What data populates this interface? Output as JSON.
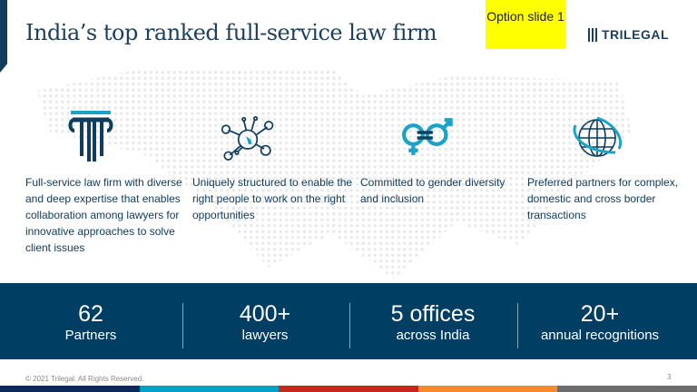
{
  "header": {
    "title": "India’s top ranked full-service law firm",
    "option_note": "Option slide 1",
    "logo_text": "TRILEGAL"
  },
  "features": [
    {
      "icon": "pillar-icon",
      "text": "Full-service law firm with diverse and deep expertise that enables collaboration among lawyers for innovative approaches to solve client issues"
    },
    {
      "icon": "network-icon",
      "text": "Uniquely structured to enable the right people to work on the right opportunities"
    },
    {
      "icon": "gender-equality-icon",
      "text": "Committed to gender diversity and inclusion"
    },
    {
      "icon": "globe-icon",
      "text": "Preferred partners for complex, domestic and cross border transactions"
    }
  ],
  "stats": [
    {
      "value": "62",
      "label": "Partners"
    },
    {
      "value": "400+",
      "label": "lawyers"
    },
    {
      "value": "5 offices",
      "label": "across India"
    },
    {
      "value": "20+",
      "label": "annual recognitions"
    }
  ],
  "footer": {
    "copyright": "© 2021 Trilegal. All Rights Reserved.",
    "page": "3"
  },
  "colors": {
    "navy": "#003e63",
    "teal": "#1aa3c6",
    "stripes": [
      "#0b2a5b",
      "#00a0c6",
      "#c0291b",
      "#f58a33",
      "#6d6d6d"
    ]
  }
}
